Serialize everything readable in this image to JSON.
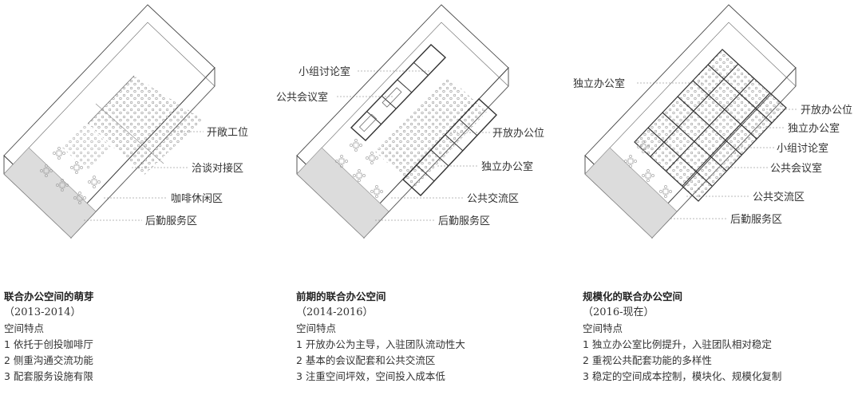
{
  "diagrams": [
    {
      "labels": [
        "开敞工位",
        "洽谈对接区",
        "咖啡休闲区",
        "后勤服务区"
      ]
    },
    {
      "labels": [
        "小组讨论室",
        "公共会议室",
        "开放办公位",
        "独立办公室",
        "公共交流区",
        "后勤服务区"
      ]
    },
    {
      "labels": [
        "独立办公室",
        "开放办公位",
        "独立办公室",
        "小组讨论室",
        "公共会议室",
        "公共交流区",
        "后勤服务区"
      ]
    }
  ],
  "captions": [
    {
      "title": "联合办公空间的萌芽",
      "years": "（2013-2014）",
      "subtitle": "空间特点",
      "items": [
        "1 依托于创投咖啡厅",
        "2 侧重沟通交流功能",
        "3 配套服务设施有限"
      ]
    },
    {
      "title": "前期的联合办公空间",
      "years": "（2014-2016）",
      "subtitle": "空间特点",
      "items": [
        "1 开放办公为主导，入驻团队流动性大",
        "2 基本的会议配套和公共交流区",
        "3 注重空间坪效，空间投入成本低"
      ]
    },
    {
      "title": "规模化的联合办公空间",
      "years": "（2016-现在）",
      "subtitle": "空间特点",
      "items": [
        "1 独立办公室比例提升，入驻团队相对稳定",
        "2 重视公共配套功能的多样性",
        "3 稳定的空间成本控制，模块化、规模化复制"
      ]
    }
  ]
}
